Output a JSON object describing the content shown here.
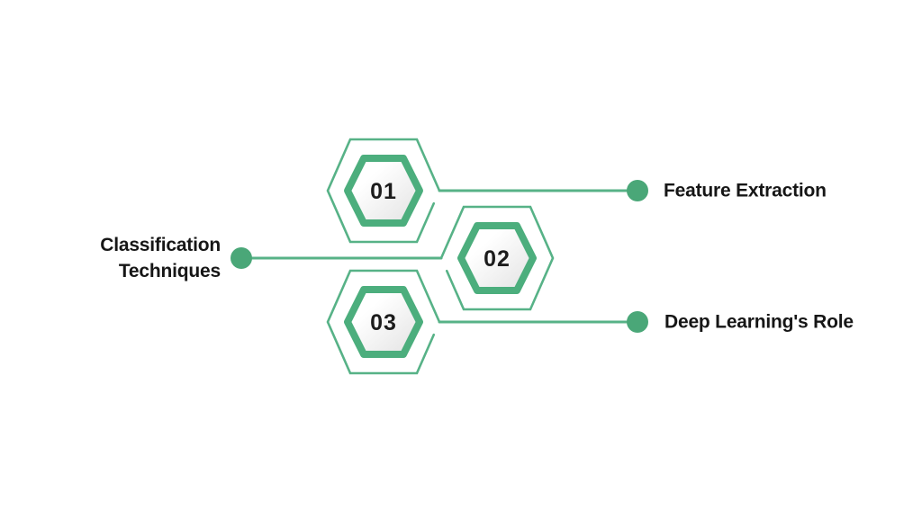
{
  "diagram": {
    "background": "#ffffff",
    "colors": {
      "outline_green": "#57B287",
      "border_green": "#4CAE7D",
      "dot_green": "#4AA778",
      "number_color": "#1C1C1C",
      "label_color": "#161616"
    },
    "steps": [
      {
        "number": "01",
        "label": "Feature Extraction",
        "side": "right"
      },
      {
        "number": "02",
        "label": "Classification Techniques",
        "side": "left"
      },
      {
        "number": "03",
        "label": "Deep Learning's Role",
        "side": "right"
      }
    ]
  }
}
